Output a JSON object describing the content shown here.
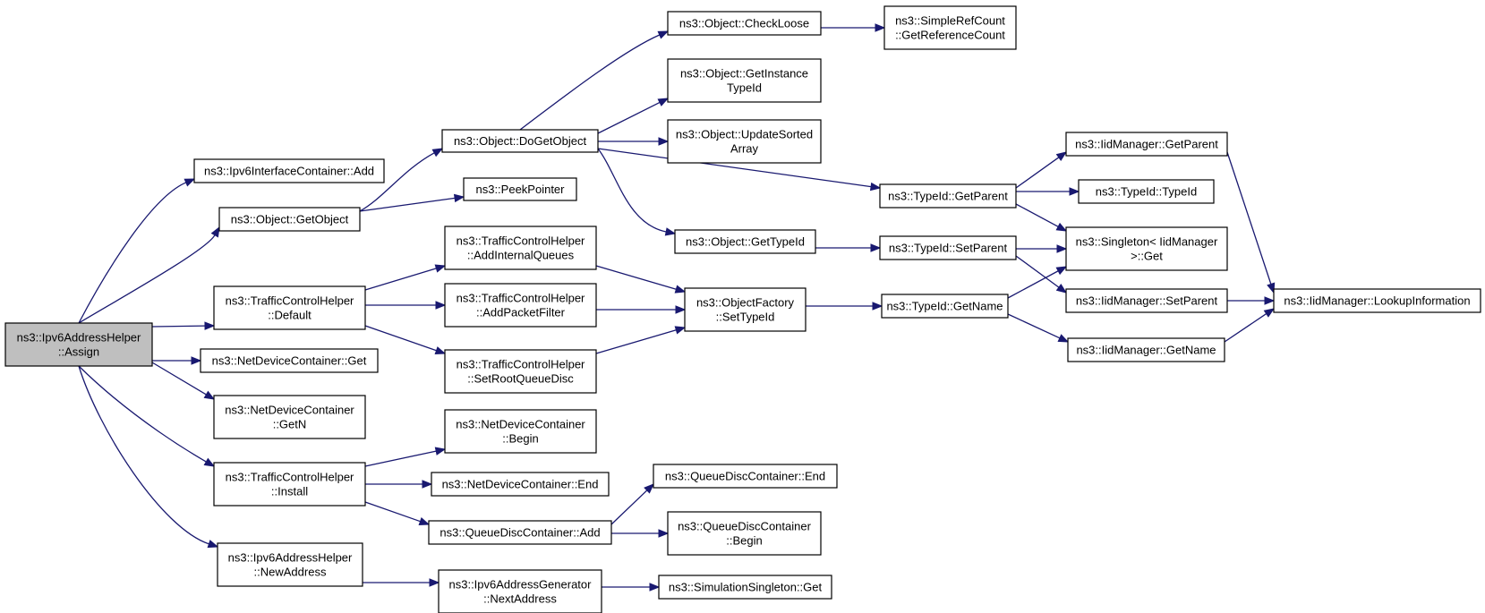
{
  "diagram": {
    "title": "",
    "colors": {
      "edge": "#191970",
      "root_fill": "#bfbfbf",
      "node_fill": "#ffffff",
      "node_border": "#000000"
    },
    "nodes": [
      {
        "id": "root",
        "lines": [
          "ns3::Ipv6AddressHelper",
          "::Assign"
        ],
        "root": true
      },
      {
        "id": "ifc_add",
        "lines": [
          "ns3::Ipv6InterfaceContainer::Add"
        ]
      },
      {
        "id": "obj_getobject",
        "lines": [
          "ns3::Object::GetObject"
        ]
      },
      {
        "id": "tch_default",
        "lines": [
          "ns3::TrafficControlHelper",
          "::Default"
        ]
      },
      {
        "id": "ndc_get",
        "lines": [
          "ns3::NetDeviceContainer::Get"
        ]
      },
      {
        "id": "ndc_getn",
        "lines": [
          "ns3::NetDeviceContainer",
          "::GetN"
        ]
      },
      {
        "id": "tch_install",
        "lines": [
          "ns3::TrafficControlHelper",
          "::Install"
        ]
      },
      {
        "id": "iah_newaddress",
        "lines": [
          "ns3::Ipv6AddressHelper",
          "::NewAddress"
        ]
      },
      {
        "id": "obj_dogetobject",
        "lines": [
          "ns3::Object::DoGetObject"
        ]
      },
      {
        "id": "peekpointer",
        "lines": [
          "ns3::PeekPointer"
        ]
      },
      {
        "id": "tch_addinternal",
        "lines": [
          "ns3::TrafficControlHelper",
          "::AddInternalQueues"
        ]
      },
      {
        "id": "tch_addpacket",
        "lines": [
          "ns3::TrafficControlHelper",
          "::AddPacketFilter"
        ]
      },
      {
        "id": "tch_setroot",
        "lines": [
          "ns3::TrafficControlHelper",
          "::SetRootQueueDisc"
        ]
      },
      {
        "id": "ndc_begin",
        "lines": [
          "ns3::NetDeviceContainer",
          "::Begin"
        ]
      },
      {
        "id": "ndc_end",
        "lines": [
          "ns3::NetDeviceContainer::End"
        ]
      },
      {
        "id": "qdc_add",
        "lines": [
          "ns3::QueueDiscContainer::Add"
        ]
      },
      {
        "id": "iag_next",
        "lines": [
          "ns3::Ipv6AddressGenerator",
          "::NextAddress"
        ]
      },
      {
        "id": "obj_checkloose",
        "lines": [
          "ns3::Object::CheckLoose"
        ]
      },
      {
        "id": "obj_getinstance",
        "lines": [
          "ns3::Object::GetInstance",
          "TypeId"
        ]
      },
      {
        "id": "obj_updatesorted",
        "lines": [
          "ns3::Object::UpdateSorted",
          "Array"
        ]
      },
      {
        "id": "obj_gettypeid",
        "lines": [
          "ns3::Object::GetTypeId"
        ]
      },
      {
        "id": "of_settypeid",
        "lines": [
          "ns3::ObjectFactory",
          "::SetTypeId"
        ]
      },
      {
        "id": "qdc_end",
        "lines": [
          "ns3::QueueDiscContainer::End"
        ]
      },
      {
        "id": "qdc_begin",
        "lines": [
          "ns3::QueueDiscContainer",
          "::Begin"
        ]
      },
      {
        "id": "ss_get",
        "lines": [
          "ns3::SimulationSingleton::Get"
        ]
      },
      {
        "id": "src_getref",
        "lines": [
          "ns3::SimpleRefCount",
          "::GetReferenceCount"
        ]
      },
      {
        "id": "tid_getparent",
        "lines": [
          "ns3::TypeId::GetParent"
        ]
      },
      {
        "id": "tid_setparent",
        "lines": [
          "ns3::TypeId::SetParent"
        ]
      },
      {
        "id": "tid_getname",
        "lines": [
          "ns3::TypeId::GetName"
        ]
      },
      {
        "id": "iid_getparent",
        "lines": [
          "ns3::IidManager::GetParent"
        ]
      },
      {
        "id": "tid_typeid",
        "lines": [
          "ns3::TypeId::TypeId"
        ]
      },
      {
        "id": "singleton_get",
        "lines": [
          "ns3::Singleton< IidManager",
          ">::Get"
        ]
      },
      {
        "id": "iid_setparent",
        "lines": [
          "ns3::IidManager::SetParent"
        ]
      },
      {
        "id": "iid_getname",
        "lines": [
          "ns3::IidManager::GetName"
        ]
      },
      {
        "id": "iid_lookup",
        "lines": [
          "ns3::IidManager::LookupInformation"
        ]
      }
    ],
    "edges": [
      [
        "root",
        "ifc_add"
      ],
      [
        "root",
        "obj_getobject"
      ],
      [
        "root",
        "tch_default"
      ],
      [
        "root",
        "ndc_get"
      ],
      [
        "root",
        "ndc_getn"
      ],
      [
        "root",
        "tch_install"
      ],
      [
        "root",
        "iah_newaddress"
      ],
      [
        "obj_getobject",
        "obj_dogetobject"
      ],
      [
        "obj_getobject",
        "peekpointer"
      ],
      [
        "tch_default",
        "tch_addinternal"
      ],
      [
        "tch_default",
        "tch_addpacket"
      ],
      [
        "tch_default",
        "tch_setroot"
      ],
      [
        "tch_install",
        "ndc_begin"
      ],
      [
        "tch_install",
        "ndc_end"
      ],
      [
        "tch_install",
        "qdc_add"
      ],
      [
        "iah_newaddress",
        "iag_next"
      ],
      [
        "obj_dogetobject",
        "obj_checkloose"
      ],
      [
        "obj_dogetobject",
        "obj_getinstance"
      ],
      [
        "obj_dogetobject",
        "obj_updatesorted"
      ],
      [
        "obj_dogetobject",
        "obj_gettypeid"
      ],
      [
        "obj_dogetobject",
        "tid_getparent"
      ],
      [
        "tch_addinternal",
        "of_settypeid"
      ],
      [
        "tch_addpacket",
        "of_settypeid"
      ],
      [
        "tch_setroot",
        "of_settypeid"
      ],
      [
        "qdc_add",
        "qdc_end"
      ],
      [
        "qdc_add",
        "qdc_begin"
      ],
      [
        "iag_next",
        "ss_get"
      ],
      [
        "obj_checkloose",
        "src_getref"
      ],
      [
        "obj_gettypeid",
        "tid_setparent"
      ],
      [
        "of_settypeid",
        "tid_getname"
      ],
      [
        "tid_getparent",
        "iid_getparent"
      ],
      [
        "tid_getparent",
        "tid_typeid"
      ],
      [
        "tid_getparent",
        "singleton_get"
      ],
      [
        "tid_setparent",
        "singleton_get"
      ],
      [
        "tid_setparent",
        "iid_setparent"
      ],
      [
        "tid_getname",
        "singleton_get"
      ],
      [
        "tid_getname",
        "iid_getname"
      ],
      [
        "iid_getparent",
        "iid_lookup"
      ],
      [
        "iid_setparent",
        "iid_lookup"
      ],
      [
        "iid_getname",
        "iid_lookup"
      ]
    ]
  }
}
